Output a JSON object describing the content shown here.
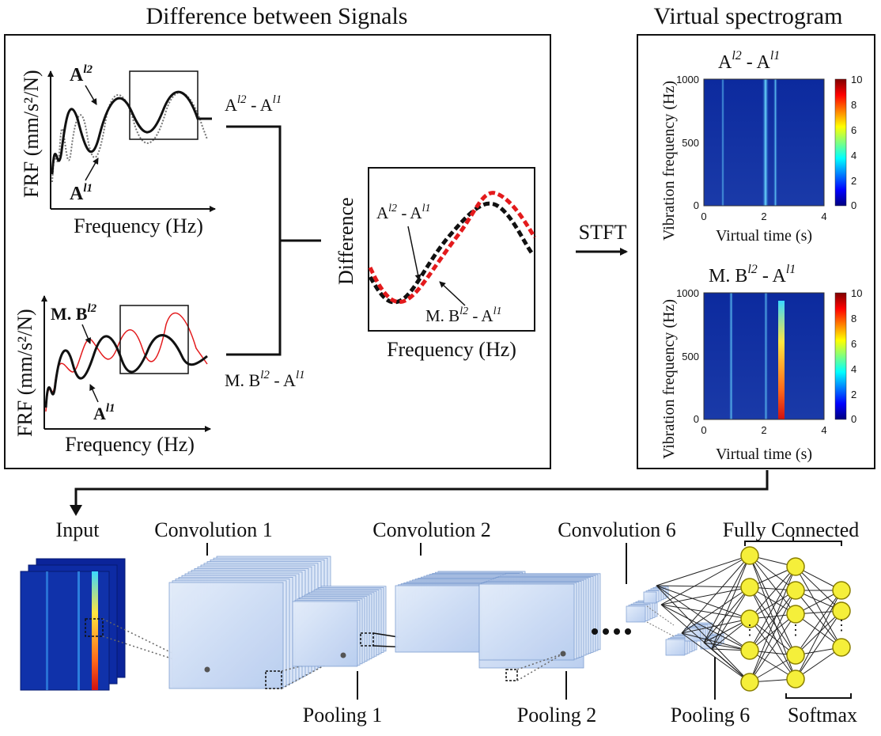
{
  "figure": {
    "left_panel_title": "Difference between Signals",
    "right_panel_title": "Virtual spectrogram",
    "stft_label": "STFT",
    "colors": {
      "red_curve": "#e31a1c",
      "black_curve": "#111111",
      "node_fill": "#f5ef3a",
      "node_stroke": "#8a7f00",
      "layer_fill": "#c9daf3",
      "layer_stroke": "#7a9bcf"
    }
  },
  "frf_top": {
    "y_label": "FRF (mm/s²/N)",
    "x_label": "Frequency (Hz)",
    "curve_label_a": "A",
    "curve_sup_a": "l2",
    "curve_label_b": "A",
    "curve_sup_b": "l1"
  },
  "frf_bottom": {
    "y_label": "FRF (mm/s²/N)",
    "x_label": "Frequency (Hz)",
    "curve_label_a": "M. B",
    "curve_sup_a": "l2",
    "curve_label_b": "A",
    "curve_sup_b": "l1"
  },
  "formulas": {
    "top_a": "A",
    "top_a_sup": "l2",
    "top_sep": " - ",
    "top_b": "A",
    "top_b_sup": "l1",
    "bottom_a": "M. B",
    "bottom_a_sup": "l2",
    "bottom_sep": " - ",
    "bottom_b": "A",
    "bottom_b_sup": "l1"
  },
  "difference_plot": {
    "y_label": "Difference",
    "x_label": "Frequency (Hz)",
    "label_black_a": "A",
    "label_black_a_sup": "l2",
    "label_black_sep": " - ",
    "label_black_b": "A",
    "label_black_b_sup": "l1",
    "label_red_a": "M. B",
    "label_red_a_sup": "l2",
    "label_red_sep": " - ",
    "label_red_b": "A",
    "label_red_b_sup": "l1"
  },
  "spectrograms": [
    {
      "title_a": "A",
      "title_a_sup": "l2",
      "title_sep": " - ",
      "title_b": "A",
      "title_b_sup": "l1",
      "y_label": "Vibration frequency (Hz)",
      "x_label": "Virtual time (s)",
      "y_ticks": [
        "1000",
        "500",
        "0"
      ],
      "x_ticks": [
        "0",
        "2",
        "4"
      ],
      "colorbar_ticks": [
        "10",
        "8",
        "6",
        "4",
        "2",
        "0"
      ]
    },
    {
      "title_a": "M. B",
      "title_a_sup": "l2",
      "title_sep": " - ",
      "title_b": "A",
      "title_b_sup": "l1",
      "y_label": "Vibration frequency (Hz)",
      "x_label": "Virtual time (s)",
      "y_ticks": [
        "1000",
        "500",
        "0"
      ],
      "x_ticks": [
        "0",
        "2",
        "4"
      ],
      "colorbar_ticks": [
        "10",
        "8",
        "6",
        "4",
        "2",
        "0"
      ]
    }
  ],
  "cnn": {
    "input": "Input",
    "conv1": "Convolution 1",
    "conv2": "Convolution 2",
    "conv6": "Convolution 6",
    "fully_connected": "Fully Connected",
    "pool1": "Pooling 1",
    "pool2": "Pooling 2",
    "pool6": "Pooling 6",
    "softmax": "Softmax"
  }
}
